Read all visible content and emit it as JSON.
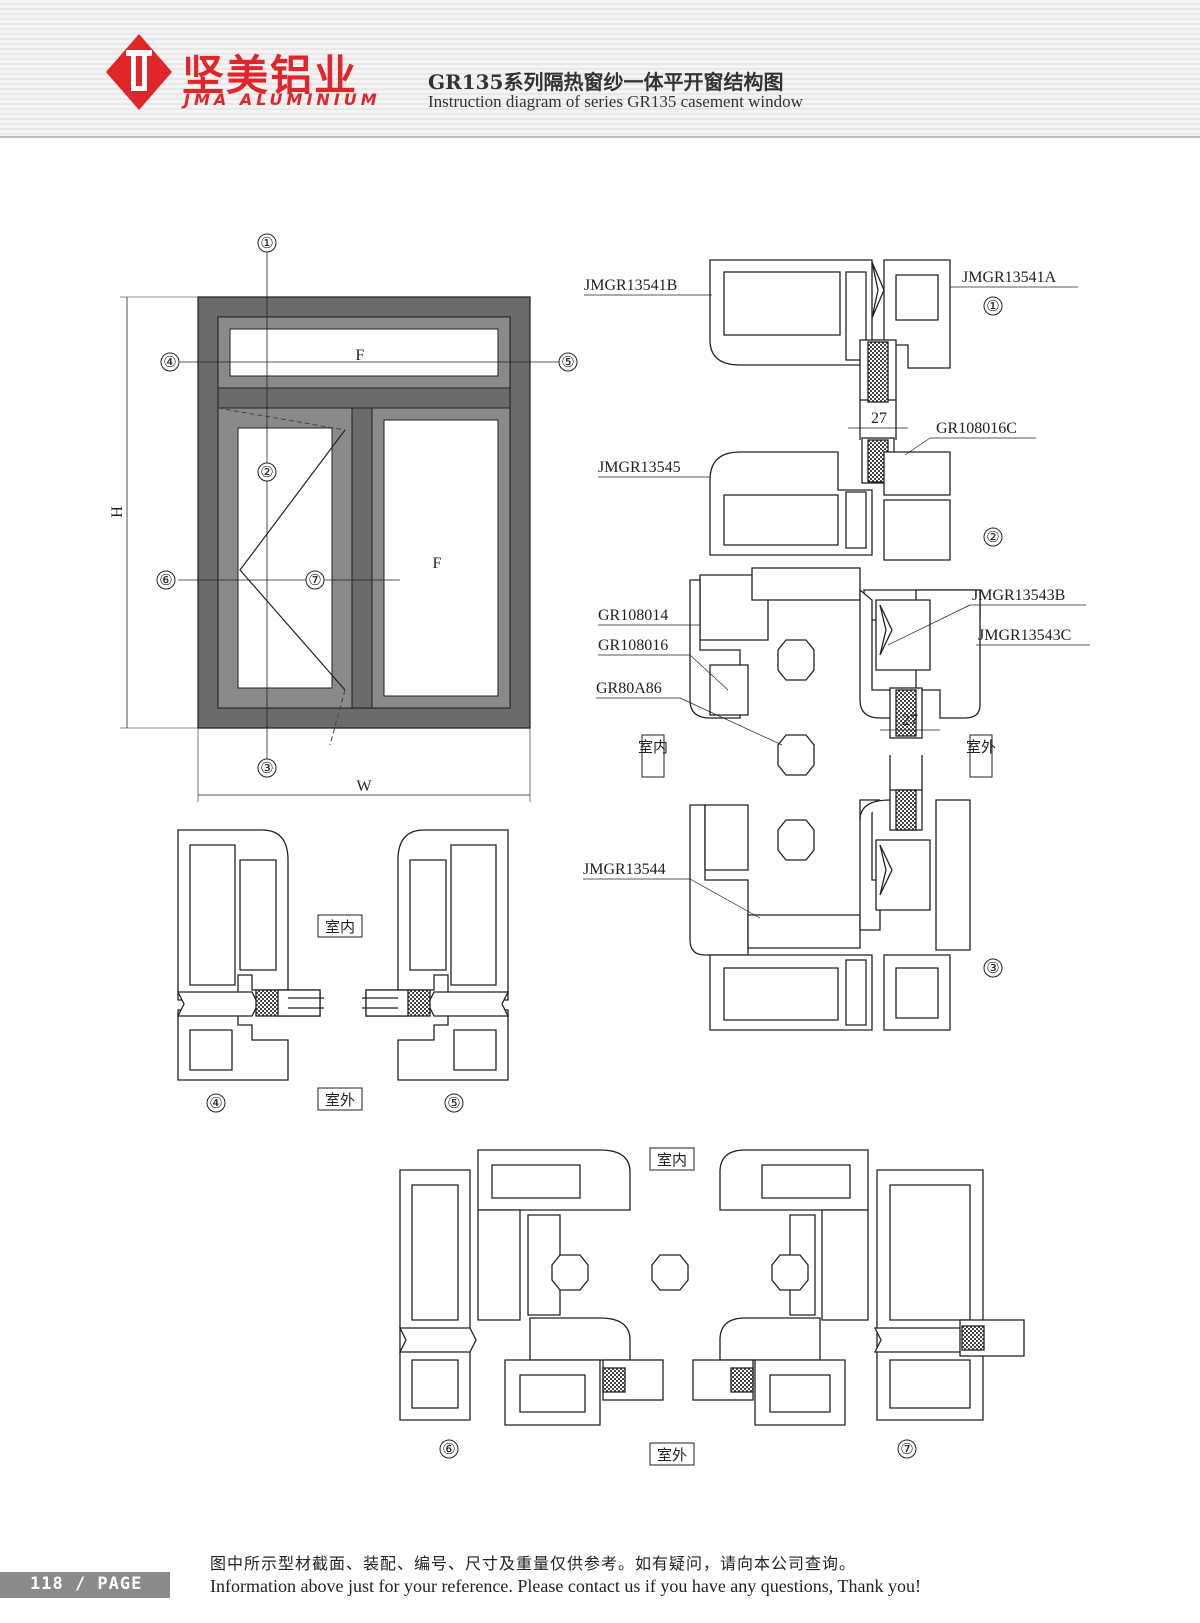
{
  "header": {
    "brand_cn": "坚美铝业",
    "brand_en": "JMA ALUMINIUM",
    "title_cn": "GR135系列隔热窗纱一体平开窗结构图",
    "title_en": "Instruction diagram of series GR135 casement window",
    "brand_color": "#e0262a"
  },
  "elevation": {
    "height_label": "H",
    "width_label": "W",
    "fixed_label": "F",
    "section_markers": [
      "①",
      "②",
      "③",
      "④",
      "⑤",
      "⑥",
      "⑦"
    ]
  },
  "parts": {
    "p1": "JMGR13541B",
    "p2": "JMGR13541A",
    "p3": "GR108016C",
    "p4": "JMGR13545",
    "p5": "JMGR13543B",
    "p6": "JMGR13543C",
    "p7": "GR108014",
    "p8": "GR108016",
    "p9": "GR80A86",
    "p10": "JMGR13544"
  },
  "dimensions": {
    "glass_gap": "27"
  },
  "side_labels": {
    "indoor": "室内",
    "outdoor": "室外"
  },
  "footer": {
    "page": "118 / PAGE",
    "note_cn": "图中所示型材截面、装配、编号、尺寸及重量仅供参考。如有疑问，请向本公司查询。",
    "note_en": "Information above just for your reference. Please contact us if you have any questions, Thank you!"
  }
}
